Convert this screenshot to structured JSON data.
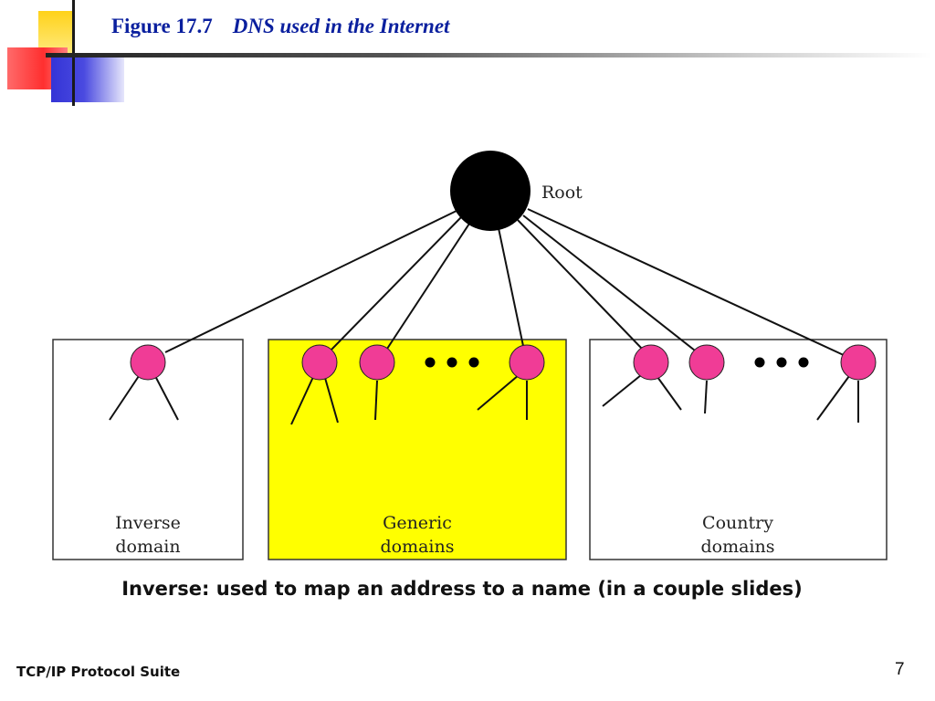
{
  "header": {
    "figure_number": "Figure 17.7",
    "figure_title": "DNS used in the Internet"
  },
  "diagram": {
    "root_label": "Root",
    "boxes": [
      {
        "label_line1": "Inverse",
        "label_line2": "domain"
      },
      {
        "label_line1": "Generic",
        "label_line2": "domains"
      },
      {
        "label_line1": "Country",
        "label_line2": "domains"
      }
    ],
    "colors": {
      "root_node": "#000000",
      "child_node": "#f03c96",
      "generic_box_fill": "#ffff00",
      "box_stroke": "#333333",
      "line": "#111111"
    }
  },
  "caption": "Inverse: used to map an address to a name (in a couple slides)",
  "footer": {
    "left_text": "TCP/IP Protocol Suite",
    "page_number": "7"
  }
}
